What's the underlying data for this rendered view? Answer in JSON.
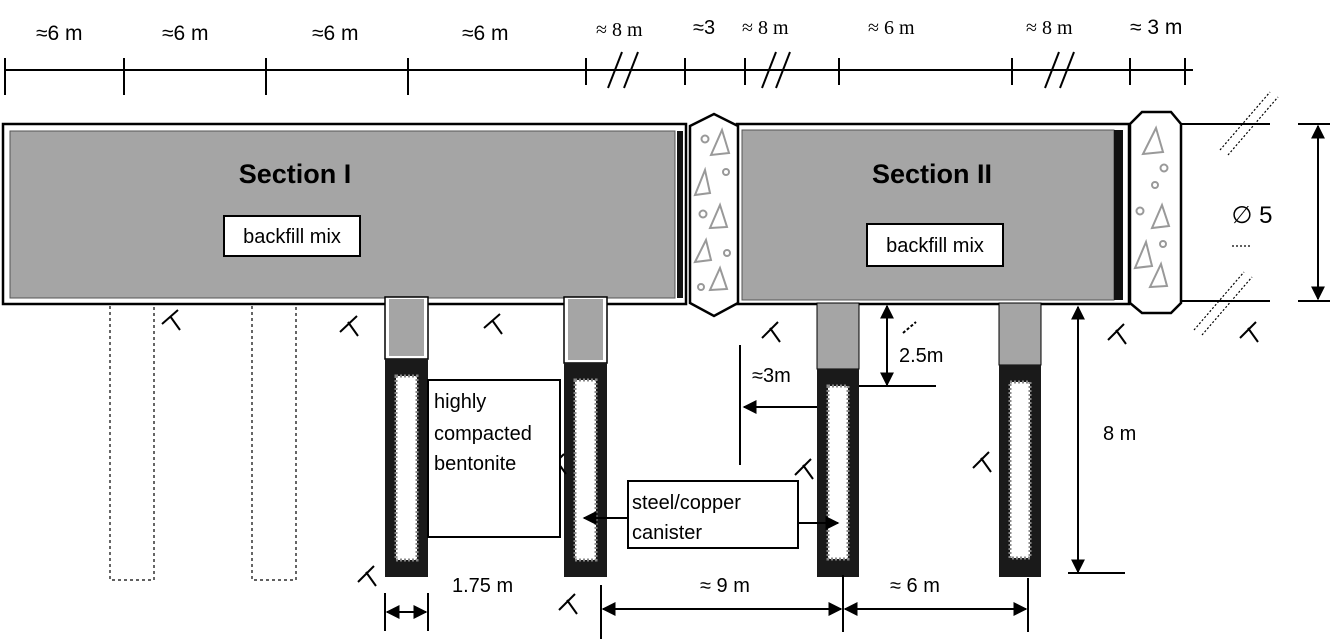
{
  "top_scale": {
    "segments": [
      "≈6 m",
      "≈6 m",
      "≈6 m",
      "≈6 m",
      "≈ 8 m",
      "≈3",
      "≈ 8 m",
      "≈ 6 m",
      "≈ 8 m",
      "≈ 3 m"
    ]
  },
  "sections": [
    {
      "title": "Section I",
      "material_label": "backfill mix"
    },
    {
      "title": "Section II",
      "material_label": "backfill mix"
    }
  ],
  "labels": {
    "diameter": "∅ 5",
    "plug_depth": "2.5m",
    "offset": "≈3m",
    "hole_depth": "8 m",
    "bentonite": [
      "highly",
      "compacted",
      "bentonite"
    ],
    "canister": [
      "steel/copper",
      "canister"
    ]
  },
  "bottom_dims": {
    "hole_width": "1.75 m",
    "spacing_1": "≈ 9 m",
    "spacing_2": "≈ 6 m"
  },
  "colors": {
    "backfill_fill": "#a5a5a5",
    "canister_fill": "#1a1a1a",
    "plug_fill": "#c8c8c8",
    "outline": "#000000"
  }
}
